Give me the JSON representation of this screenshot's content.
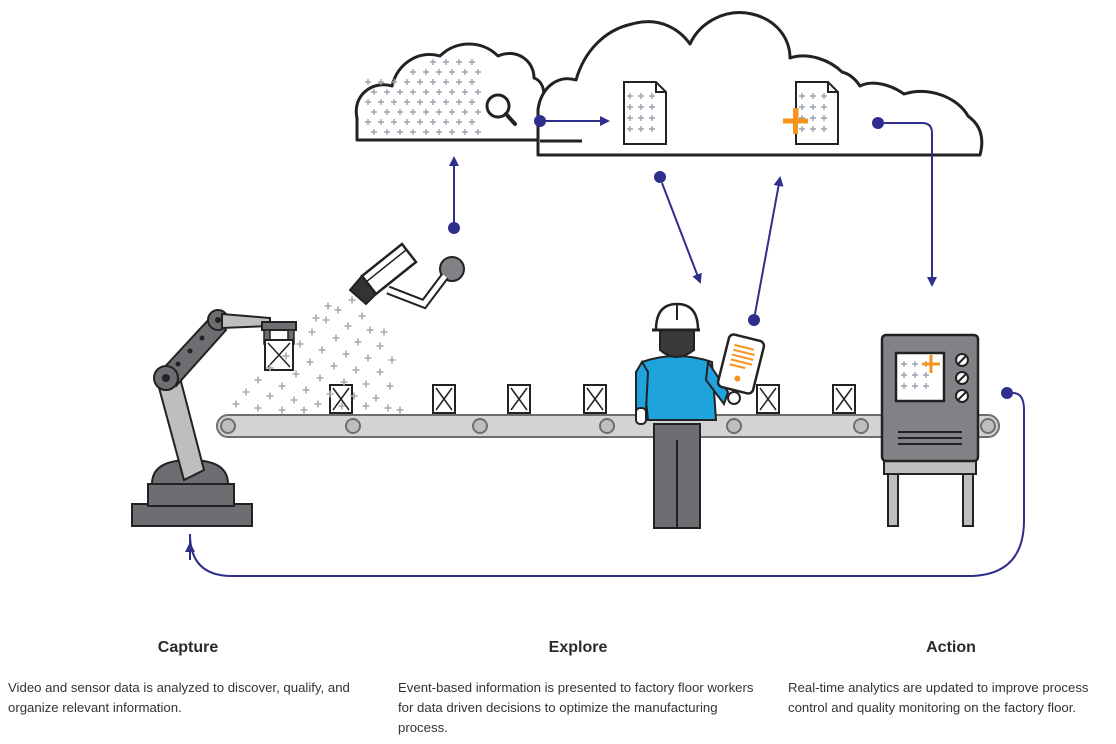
{
  "columns": [
    {
      "title": "Capture",
      "text": "Video and sensor data is analyzed to discover, qualify, and organize relevant information."
    },
    {
      "title": "Explore",
      "text": "Event-based information is presented to factory floor workers for data driven decisions to optimize the manufacturing process."
    },
    {
      "title": "Action",
      "text": "Real-time analytics are updated to improve process control and quality monitoring on the factory floor."
    }
  ],
  "colors": {
    "outline": "#222222",
    "flow": "#2e2e8c",
    "accent": "#f7941d",
    "machine": "#6d6e71",
    "machine_light": "#bcbec0",
    "shirt": "#1fa3dc",
    "data_plus": "#9aa3ad"
  },
  "icons": [
    "cloud-icon",
    "magnifier-icon",
    "document-icon",
    "robot-arm-icon",
    "camera-icon",
    "worker-icon",
    "tablet-icon",
    "monitor-machine-icon",
    "conveyor-belt-icon",
    "box-icon"
  ]
}
